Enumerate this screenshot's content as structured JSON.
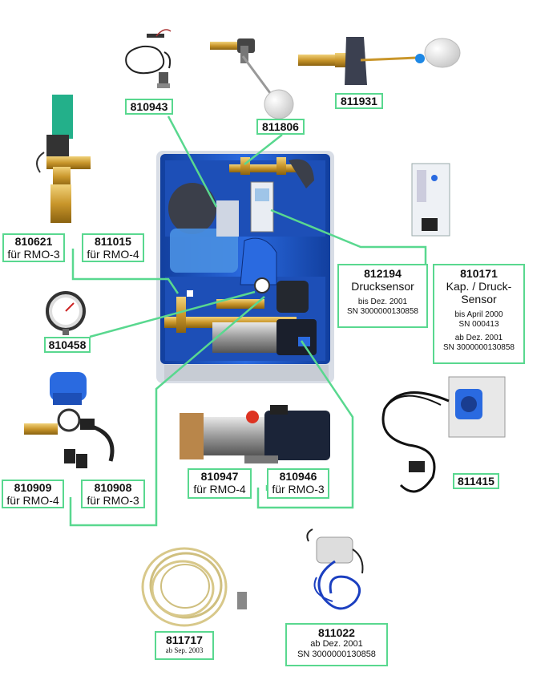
{
  "labels": {
    "p810943": {
      "num": "810943"
    },
    "p811806": {
      "num": "811806"
    },
    "p811931": {
      "num": "811931"
    },
    "p810621": {
      "num": "810621",
      "sub": "für RMO-3"
    },
    "p811015": {
      "num": "811015",
      "sub": "für RMO-4"
    },
    "p812194": {
      "num": "812194",
      "sub": "Drucksensor",
      "note1": "bis Dez. 2001",
      "note2": "SN 3000000130858"
    },
    "p810171": {
      "num": "810171",
      "sub1": "Kap. / Druck-",
      "sub2": "Sensor",
      "note1": "bis April 2000",
      "note2": "SN 000413",
      "note3": "ab Dez. 2001",
      "note4": "SN 3000000130858"
    },
    "p810458": {
      "num": "810458"
    },
    "p811415": {
      "num": "811415"
    },
    "p810947": {
      "num": "810947",
      "sub": "für RMO-4"
    },
    "p810946": {
      "num": "810946",
      "sub": "für RMO-3"
    },
    "p810909": {
      "num": "810909",
      "sub": "für RMO-4"
    },
    "p810908": {
      "num": "810908",
      "sub": "für RMO-3"
    },
    "p811717": {
      "num": "811717",
      "sub": "ab Sep. 2003"
    },
    "p811022": {
      "num": "811022",
      "sub": "ab Dez. 2001",
      "note": "SN 3000000130858"
    }
  },
  "colors": {
    "leader": "#59d88f",
    "housing": "#1c5bd0",
    "brass": "#c9962b",
    "tank": "#4a90e2"
  },
  "icons": [
    "float-switch-sensor-icon",
    "float-valve-icon",
    "float-valve-large-icon",
    "solenoid-valve-icon",
    "pressure-gauge-icon",
    "pressure-switch-icon",
    "pump-icon",
    "power-socket-icon",
    "level-sensor-panel-icon",
    "cable-coil-icon",
    "probe-cable-icon",
    "rainwater-unit-icon"
  ]
}
